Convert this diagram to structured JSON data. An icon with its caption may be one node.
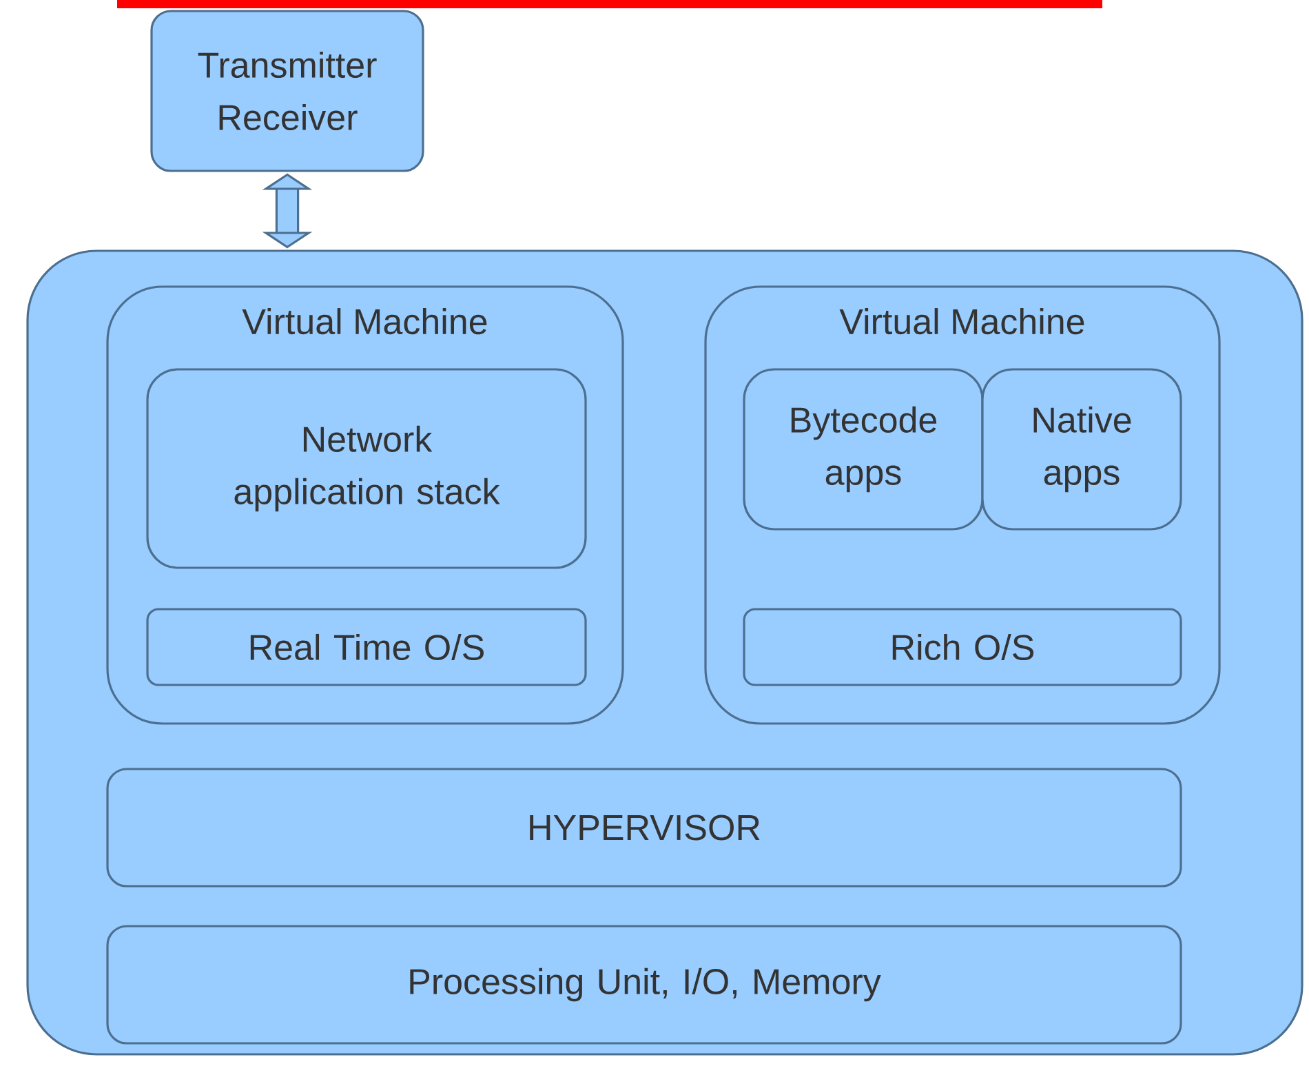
{
  "diagram": {
    "nodes": [
      {
        "text": [
          "Transmitter Receiver"
        ]
      },
      {
        "text": [],
        "shape": "box"
      },
      {
        "text": [
          "Virtual Machine"
        ],
        "in": 1
      },
      {
        "text": [
          "Network application stack"
        ],
        "in": 2
      },
      {
        "text": [
          "Real Time O/S"
        ],
        "in": 2
      },
      {
        "text": [
          "Virtual Machine"
        ],
        "in": 1
      },
      {
        "text": [
          "Bytecode apps"
        ],
        "in": 5
      },
      {
        "text": [
          "Native apps"
        ],
        "in": 5
      },
      {
        "text": [
          "Rich O/S"
        ],
        "in": 5
      },
      {
        "text": [
          "HYPERVISOR"
        ],
        "in": 1
      },
      {
        "text": [
          "Processing Unit, I/O, Memory"
        ],
        "in": 1
      }
    ],
    "edges": [
      {
        "from": 0,
        "to": 1,
        "arrow": "both"
      }
    ]
  }
}
